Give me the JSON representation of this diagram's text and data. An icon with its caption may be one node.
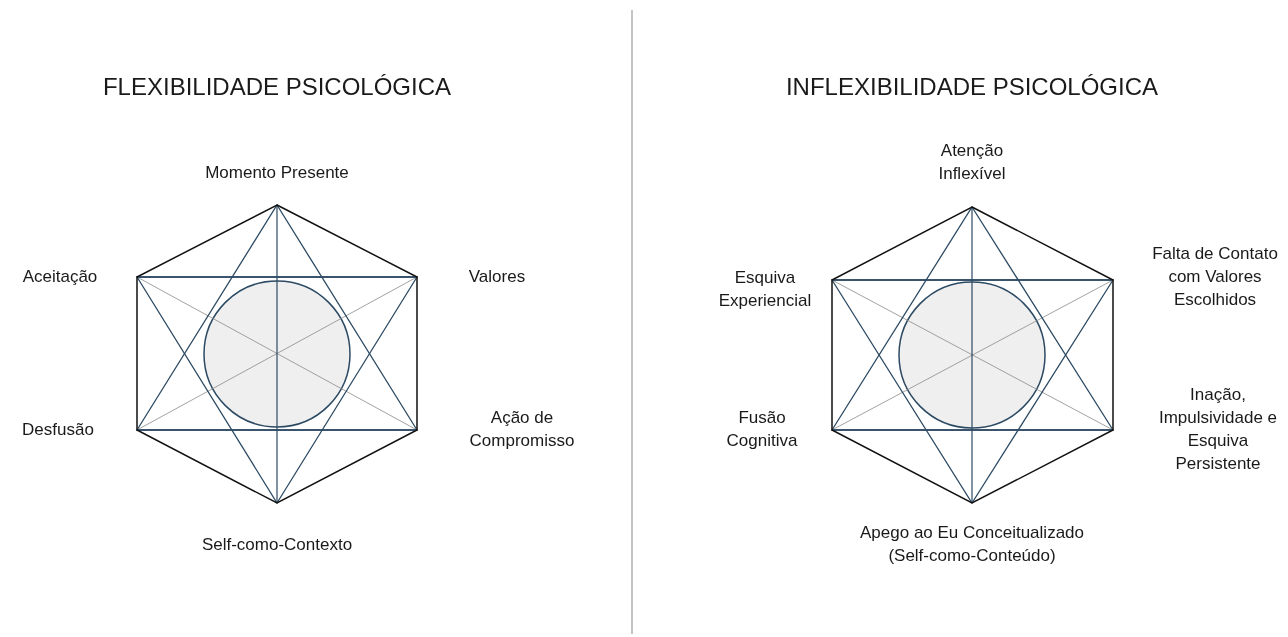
{
  "diagram": {
    "labels": [
      "FLEXIBILIDADE PSICOLÓGICA",
      "Momento Presente",
      "Aceitação",
      "Valores",
      "Desfusão",
      "Ação de Compromisso",
      "Self-como-Contexto",
      "INFLEXIBILIDADE PSICOLÓGICA",
      "Atenção Inflexível",
      "Esquiva Experiencial",
      "Falta de Contato com Valores Escolhidos",
      "Fusão Cognitiva",
      "Inação, Impulsividade e Esquiva Persistente",
      "Apego ao Eu Conceitualizado (Self-como-Conteúdo)"
    ]
  }
}
